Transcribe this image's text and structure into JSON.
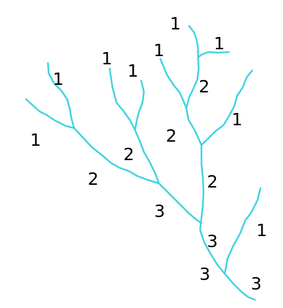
{
  "colors": {
    "stream": "#3fd3e0",
    "label": "#000000",
    "background": "#ffffff"
  },
  "labels": [
    "1",
    "1",
    "1",
    "1",
    "1",
    "1",
    "1",
    "1",
    "2",
    "2",
    "2",
    "2",
    "2",
    "3",
    "3",
    "3",
    "1",
    "3"
  ]
}
